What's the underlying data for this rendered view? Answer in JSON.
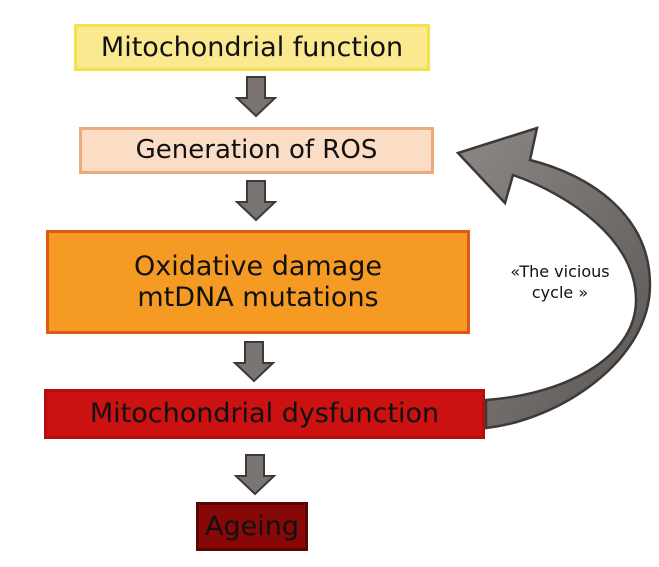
{
  "diagram": {
    "nodes": [
      {
        "id": "b1",
        "label": "Mitochondrial function"
      },
      {
        "id": "b2",
        "label": "Generation of ROS"
      },
      {
        "id": "b3",
        "lines": [
          "Oxidative damage",
          "mtDNA mutations"
        ]
      },
      {
        "id": "b4",
        "label": "Mitochondrial dysfunction"
      },
      {
        "id": "b5",
        "label": "Ageing"
      }
    ],
    "edges": [
      {
        "from": "b1",
        "to": "b2"
      },
      {
        "from": "b2",
        "to": "b3"
      },
      {
        "from": "b3",
        "to": "b4"
      },
      {
        "from": "b4",
        "to": "b5"
      },
      {
        "from": "b4",
        "to": "b2",
        "label": "vicious-cycle"
      }
    ],
    "cycle_label": {
      "line1": "«The vicious",
      "line2": "cycle »"
    },
    "colors": {
      "b1_fill": "#fbe98f",
      "b2_fill": "#fbdcc5",
      "b3_fill": "#f59a22",
      "b4_fill": "#cc1111",
      "b5_fill": "#880808",
      "arrow_fill": "#7a7573",
      "arrow_stroke": "#3c3938"
    }
  }
}
